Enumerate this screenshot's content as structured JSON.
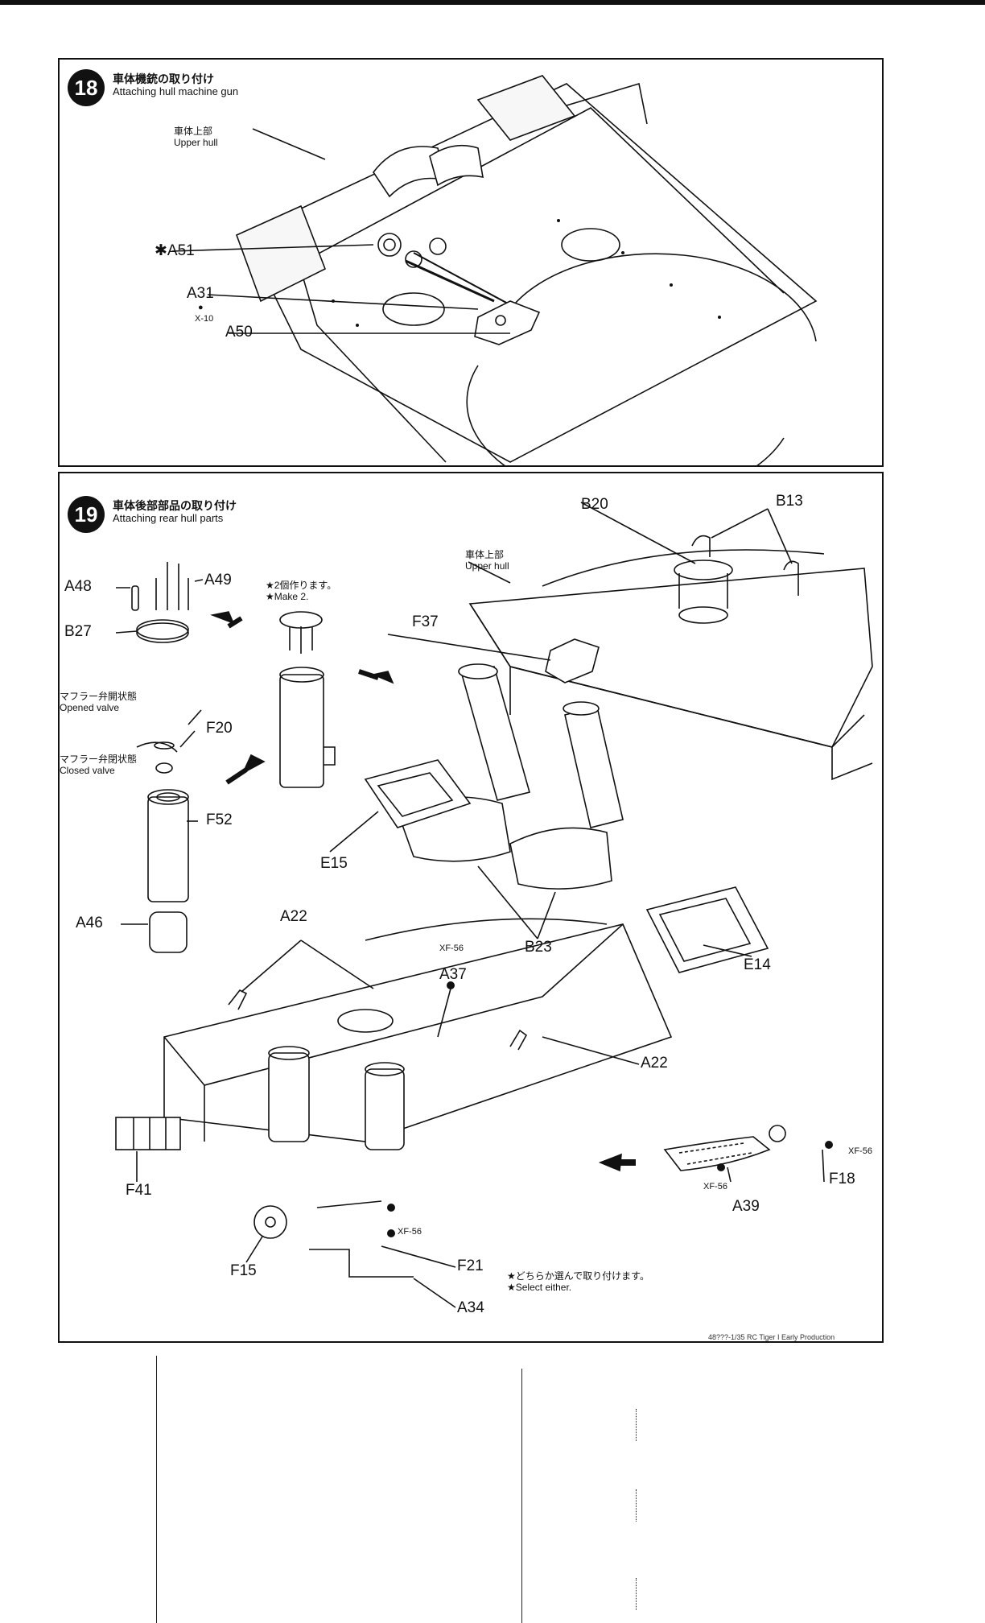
{
  "steps": [
    {
      "number": "18",
      "title_jp": "車体機銃の取り付け",
      "title_en": "Attaching hull machine gun",
      "callouts": {
        "upper_hull_jp": "車体上部",
        "upper_hull_en": "Upper hull",
        "a51": "A51",
        "a31": "A31",
        "a31_paint": "X-10",
        "a50": "A50"
      }
    },
    {
      "number": "19",
      "title_jp": "車体後部部品の取り付け",
      "title_en": "Attaching rear hull parts",
      "callouts": {
        "a48": "A48",
        "a49": "A49",
        "b27": "B27",
        "make2_jp": "★2個作ります。",
        "make2_en": "★Make 2.",
        "muffler_open_jp": "マフラー弁開状態",
        "muffler_open_en": "Opened valve",
        "f20": "F20",
        "muffler_closed_jp": "マフラー弁閉状態",
        "muffler_closed_en": "Closed valve",
        "f52": "F52",
        "a46": "A46",
        "upper_hull_jp": "車体上部",
        "upper_hull_en": "Upper hull",
        "b20": "B20",
        "b13": "B13",
        "f37": "F37",
        "e15": "E15",
        "b23": "B23",
        "e14": "E14",
        "a22_left": "A22",
        "xf56_a37": "XF-56",
        "a37": "A37",
        "a22_right": "A22",
        "f41": "F41",
        "f15": "F15",
        "xf56_f21": "XF-56",
        "f21": "F21",
        "select_jp": "★どちらか選んで取り付けます。",
        "select_en": "★Select either.",
        "a34": "A34",
        "xf56_right": "XF-56",
        "f18": "F18",
        "xf56_a39": "XF-56",
        "a39": "A39"
      }
    }
  ],
  "footer_note": "48???-1/35 RC Tiger I Early Production"
}
